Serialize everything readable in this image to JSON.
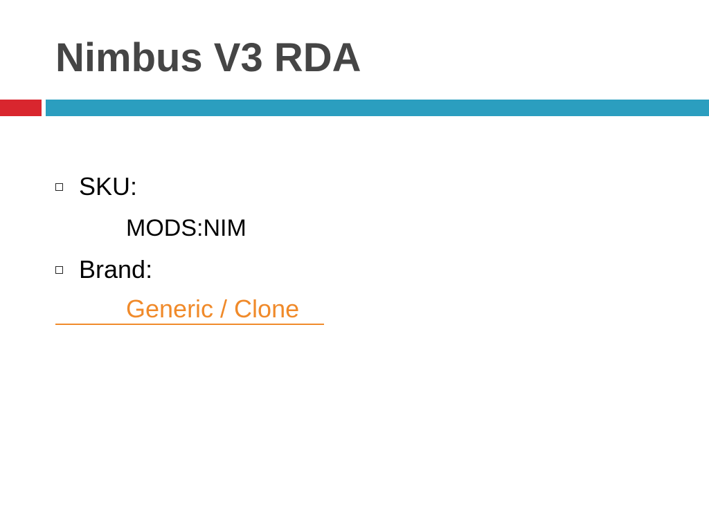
{
  "slide": {
    "title": "Nimbus V3 RDA",
    "items": [
      {
        "label": "SKU:",
        "value": "MODS:NIM"
      },
      {
        "label": "Brand:",
        "value": "Generic / Clone"
      }
    ]
  },
  "colors": {
    "title_text": "#454545",
    "accent_red": "#d9262e",
    "accent_blue": "#2b9ebf",
    "link": "#f08a2a"
  }
}
